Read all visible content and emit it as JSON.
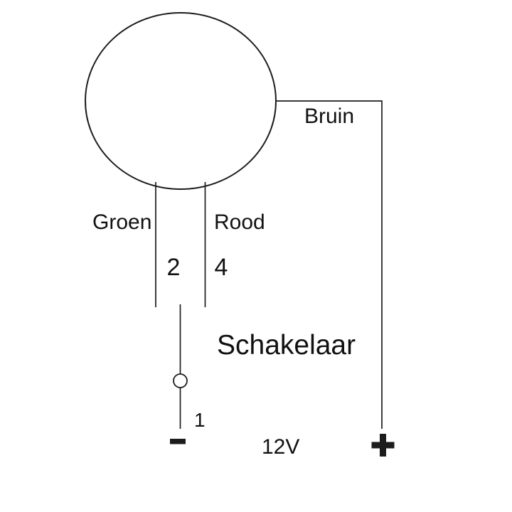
{
  "diagram": {
    "labels": {
      "brown_wire": "Bruin",
      "green_wire": "Groen",
      "red_wire": "Rood",
      "pin2": "2",
      "pin4": "4",
      "pin1": "1",
      "switch": "Schakelaar",
      "voltage": "12V",
      "negative_terminal": "-",
      "positive_terminal": "+"
    },
    "colors": {
      "line": "#1c1c1c",
      "text": "#111111",
      "background": "#ffffff"
    }
  }
}
